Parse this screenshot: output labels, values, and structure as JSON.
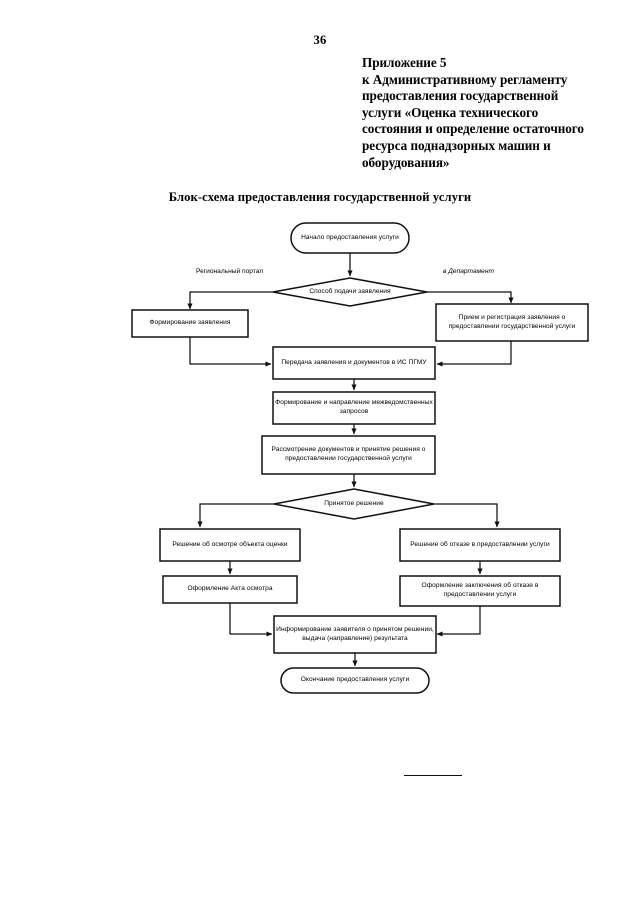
{
  "page": {
    "number": "36"
  },
  "header": {
    "lines": [
      "Приложение 5",
      "к Административному регламенту",
      "предоставления государственной",
      "услуги «Оценка технического",
      "состояния и определение остаточного",
      "ресурса поднадзорных машин и",
      "оборудования»"
    ]
  },
  "title": "Блок-схема предоставления государственной услуги",
  "flowchart": {
    "nodes": {
      "start": "Начало предоставления услуги",
      "decision_submit_method": "Способ подачи заявления",
      "form_application": "Формирование заявления",
      "receive_register": "Прием и регистрация заявления о предоставлении государственной услуги",
      "transfer_docs": "Передача заявления и документов в ИС ПГМУ",
      "interdept_requests": "Формирование и направление межведомственных запросов",
      "review_decide": "Рассмотрение документов и принятие решения о предоставлении государственной услуги",
      "decision_made": "Принятое решение",
      "decision_inspect": "Решение об осмотре объекта оценки",
      "decision_refuse": "Решение об отказе в предоставлении услуги",
      "act_inspection": "Оформление Акта осмотра",
      "conclusion_refusal": "Оформление заключения об отказе в предоставлении услуги",
      "inform_applicant": "Информирование заявителя о принятом решении, выдача (направление) результата",
      "end": "Окончание предоставления услуги"
    },
    "edge_labels": {
      "left_branch": "Региональный портал",
      "right_branch": "в Департамент"
    },
    "colors": {
      "stroke": "#111111",
      "fill": "#ffffff"
    }
  }
}
